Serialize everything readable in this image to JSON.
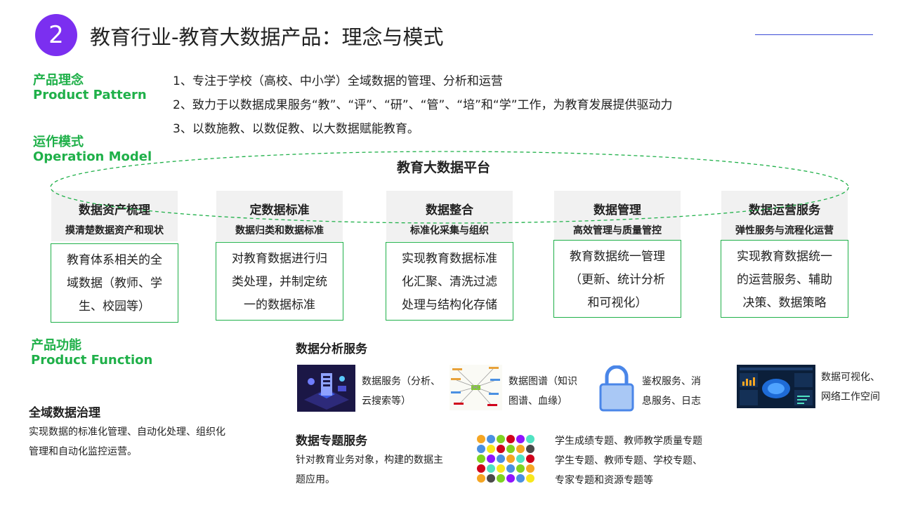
{
  "header": {
    "badge_number": "2",
    "title": "教育行业-教育大数据产品：理念与模式"
  },
  "product_pattern": {
    "heading_cn": "产品理念",
    "heading_en": "Product Pattern",
    "items": [
      "1、专注于学校（高校、中小学）全域数据的管理、分析和运营",
      "2、致力于以数据成果服务“教”、“评”、“研”、“管”、“培”和“学”工作，为教育发展提供驱动力",
      "3、以数施教、以数促教、以大数据赋能教育。"
    ]
  },
  "operation_model": {
    "heading_cn": "运作模式",
    "heading_en": "Operation Model",
    "platform_title": "教育大数据平台",
    "columns": [
      {
        "title": "数据资产梳理",
        "subtitle": "摸清楚数据资产和现状",
        "lines": [
          "教育体系相关的全",
          "域数据（教师、学",
          "生、校园等）"
        ]
      },
      {
        "title": "定数据标准",
        "subtitle": "数据归类和数据标准",
        "lines": [
          "对教育数据进行归",
          "类处理，并制定统",
          "一的数据标准"
        ]
      },
      {
        "title": "数据整合",
        "subtitle": "标准化采集与组织",
        "lines": [
          "实现教育数据标准",
          "化汇聚、清洗过滤",
          "处理与结构化存储"
        ]
      },
      {
        "title": "数据管理",
        "subtitle": "高效管理与质量管控",
        "lines": [
          "教育数据统一管理",
          "（更新、统计分析",
          "和可视化）"
        ]
      },
      {
        "title": "数据运营服务",
        "subtitle": "弹性服务与流程化运营",
        "lines": [
          "实现教育数据统一",
          "的运营服务、辅助",
          "决策、数据策略"
        ]
      }
    ]
  },
  "product_function": {
    "heading_cn": "产品功能",
    "heading_en": "Product  Function",
    "governance": {
      "title": "全域数据治理",
      "desc_1": "实现数据的标准化管理、自动化处理、组织化",
      "desc_2": "管理和自动化监控运营。"
    },
    "analysis": {
      "title": "数据分析服务",
      "items": [
        {
          "icon": "server-isometric-icon",
          "line1": "数据服务（分析、",
          "line2": "云搜索等）"
        },
        {
          "icon": "mind-map-icon",
          "line1": "数据图谱（知识",
          "line2": "图谱、血缘）"
        },
        {
          "icon": "padlock-icon",
          "line1": "鉴权服务、消",
          "line2": "息服务、日志"
        },
        {
          "icon": "dashboard-screen-icon",
          "line1": "数据可视化、",
          "line2": "网络工作空间"
        }
      ]
    },
    "topic": {
      "title": "数据专题服务",
      "desc_1": "针对教育业务对象，构建的数据主",
      "desc_2": "题应用。",
      "icon": "icon-grid",
      "list_1": "学生成绩专题、教师教学质量专题",
      "list_2": "学生专题、教师专题、学校专题、",
      "list_3": "专家专题和资源专题等"
    }
  },
  "colors": {
    "accent_green": "#1fb049",
    "badge_purple": "#7b2ff0",
    "line_blue": "#3b4bd6"
  }
}
